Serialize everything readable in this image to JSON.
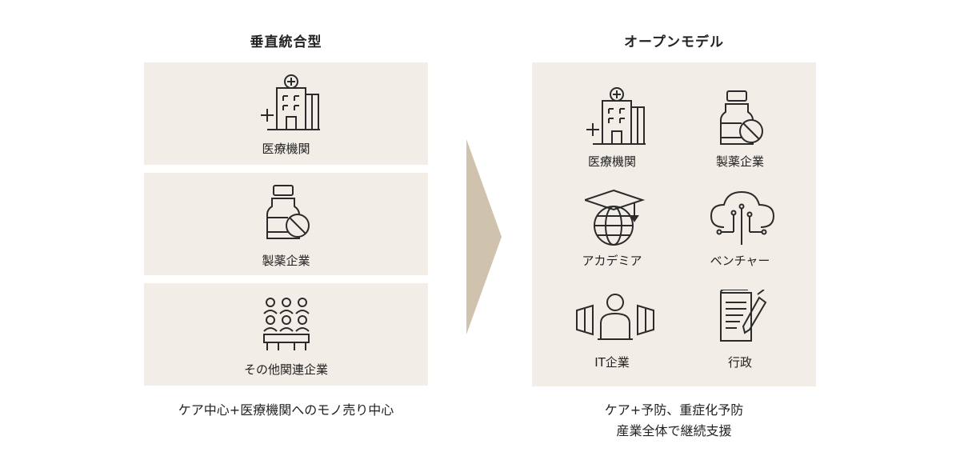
{
  "left": {
    "title": "垂直統合型",
    "items": [
      {
        "label": "医療機関",
        "icon": "hospital-icon"
      },
      {
        "label": "製薬企業",
        "icon": "medicine-bottle-icon"
      },
      {
        "label": "その他関連企業",
        "icon": "people-group-icon"
      }
    ],
    "caption": "ケア中心+医療機関へのモノ売り中心"
  },
  "right": {
    "title": "オープンモデル",
    "items": [
      {
        "label": "医療機関",
        "icon": "hospital-icon"
      },
      {
        "label": "製薬企業",
        "icon": "medicine-bottle-icon"
      },
      {
        "label": "アカデミア",
        "icon": "graduation-globe-icon"
      },
      {
        "label": "ベンチャー",
        "icon": "cloud-circuit-icon"
      },
      {
        "label": "IT企業",
        "icon": "person-monitors-icon"
      },
      {
        "label": "行政",
        "icon": "document-pen-icon"
      }
    ],
    "caption_line1": "ケア+予防、重症化予防",
    "caption_line2": "産業全体で継続支援"
  },
  "colors": {
    "panel": "#f2ede7",
    "arrow": "#cfc3ad",
    "stroke": "#2b2b2b"
  }
}
